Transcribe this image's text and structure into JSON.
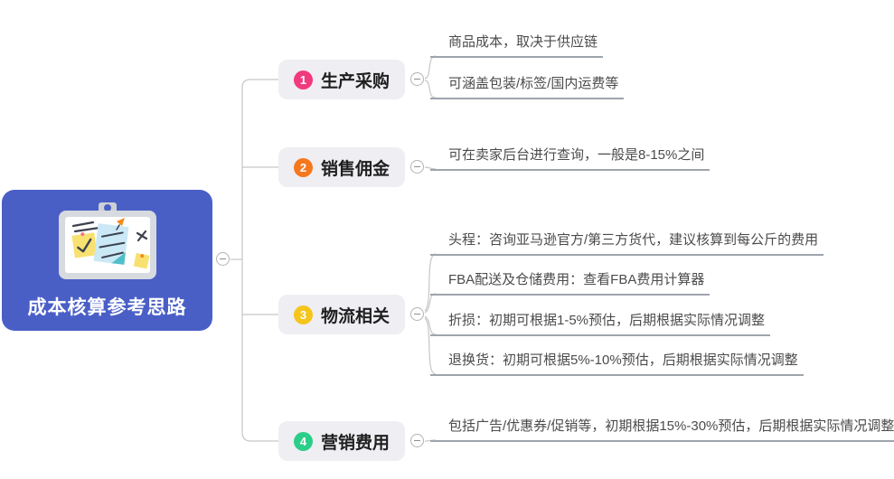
{
  "central": {
    "title": "成本核算参考思路"
  },
  "branches": [
    {
      "number": "1",
      "label": "生产采购",
      "badge_color": "#F2397E",
      "children": [
        "商品成本，取决于供应链",
        "可涵盖包装/标签/国内运费等"
      ]
    },
    {
      "number": "2",
      "label": "销售佣金",
      "badge_color": "#F5781E",
      "children": [
        "可在卖家后台进行查询，一般是8-15%之间"
      ]
    },
    {
      "number": "3",
      "label": "物流相关",
      "badge_color": "#F5C51B",
      "children": [
        "头程：咨询亚马逊官方/第三方货代，建议核算到每公斤的费用",
        "FBA配送及仓储费用：查看FBA费用计算器",
        "折损：初期可根据1-5%预估，后期根据实际情况调整",
        "退换货：初期可根据5%-10%预估，后期根据实际情况调整"
      ]
    },
    {
      "number": "4",
      "label": "营销费用",
      "badge_color": "#2BCE89",
      "children": [
        "包括广告/优惠券/促销等，初期根据15%-30%预估，后期根据实际情况调整"
      ]
    }
  ],
  "colors": {
    "line": "#c6c6c6",
    "underline": "#9EA4AC",
    "central-bg": "#4A5FC6",
    "node-bg": "#EEEEF3",
    "leaf-text": "#4b4b4b",
    "label-text": "#1f1f1f"
  },
  "icons": {
    "collapse": "minus-circle",
    "central_illustration": "clipboard-with-notes"
  }
}
